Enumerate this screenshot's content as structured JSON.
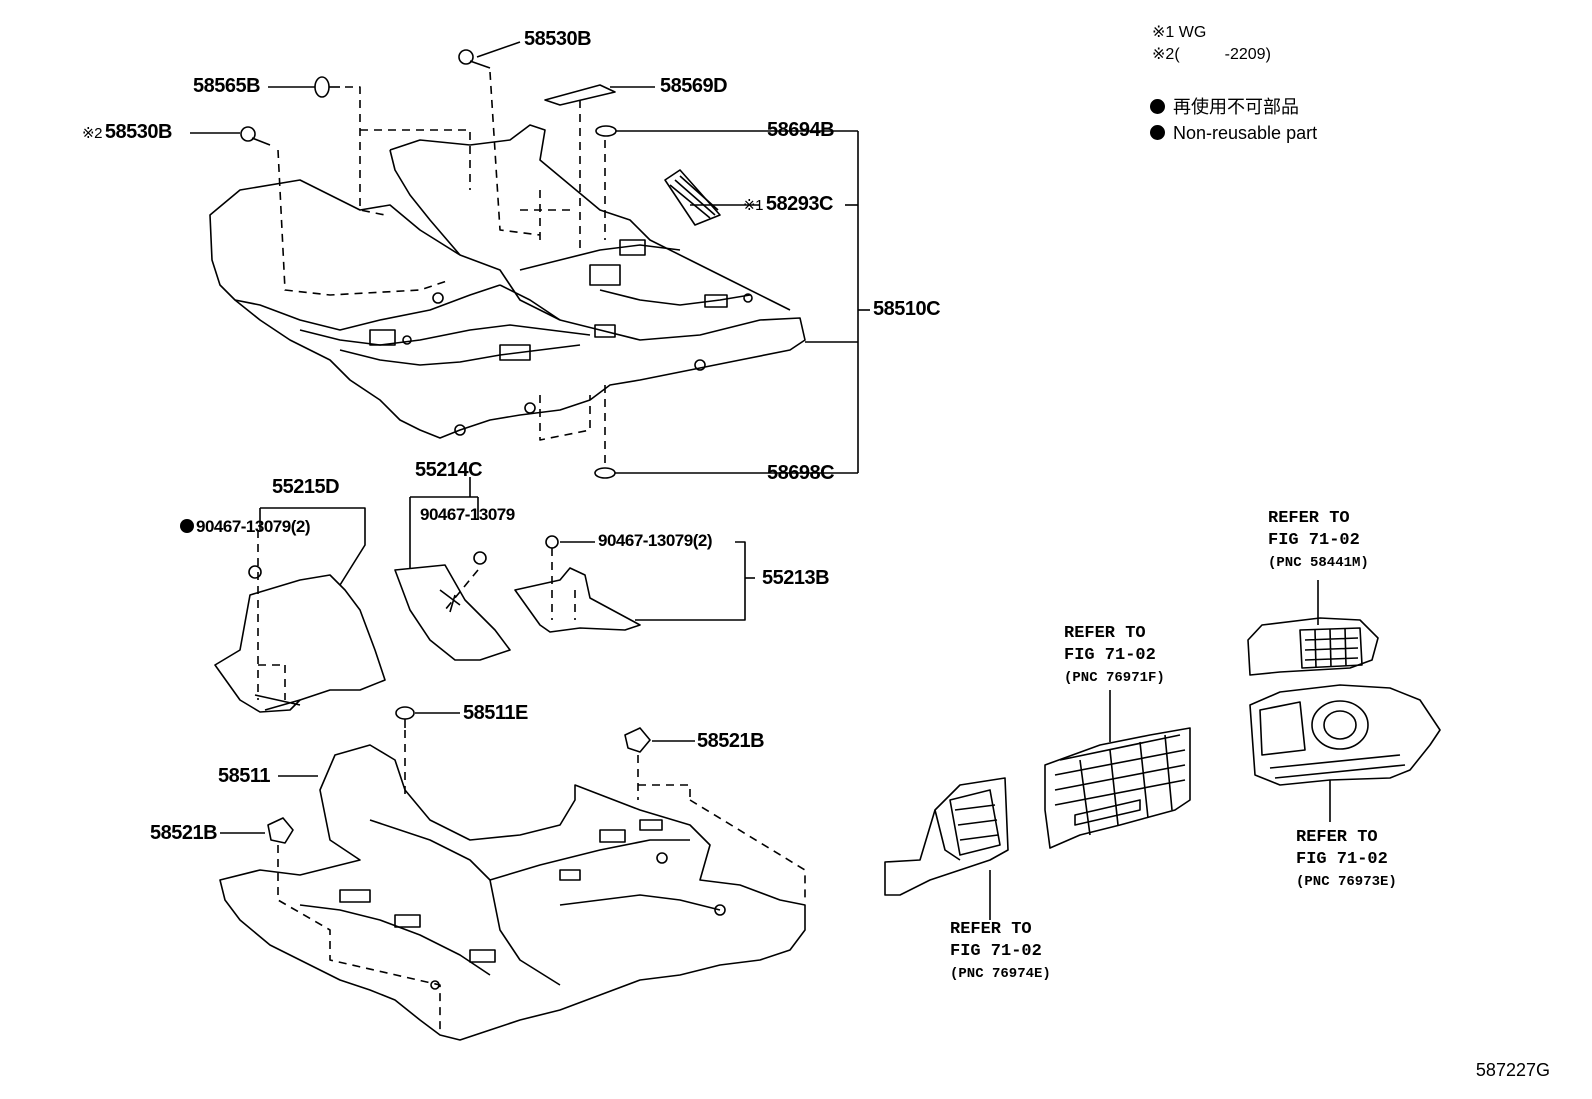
{
  "notes": {
    "note1": "※1 WG",
    "note2_mark": "※2",
    "note2_paren": "(",
    "note2_value": "-2209)"
  },
  "legend": {
    "jp": "再使用不可部品",
    "en": "Non-reusable part"
  },
  "parts": {
    "p58530B_top": "58530B",
    "p58565B": "58565B",
    "p58569D": "58569D",
    "p58530B_left": "58530B",
    "p58530B_left_mark": "※2",
    "p58694B": "58694B",
    "p58293C": "58293C",
    "p58293C_mark": "※1",
    "p58510C": "58510C",
    "p58698C": "58698C",
    "p55215D": "55215D",
    "p55214C": "55214C",
    "p90467_a": "90467-13079(2)",
    "p90467_b": "90467-13079",
    "p90467_c": "90467-13079(2)",
    "p55213B": "55213B",
    "p58511E": "58511E",
    "p58521B_right": "58521B",
    "p58511": "58511",
    "p58521B_left": "58521B"
  },
  "refs": [
    {
      "line1": "REFER TO",
      "line2": "FIG 71-02",
      "pnc": "(PNC 58441M)"
    },
    {
      "line1": "REFER TO",
      "line2": "FIG 71-02",
      "pnc": "(PNC 76971F)"
    },
    {
      "line1": "REFER TO",
      "line2": "FIG 71-02",
      "pnc": "(PNC 76973E)"
    },
    {
      "line1": "REFER TO",
      "line2": "FIG 71-02",
      "pnc": "(PNC 76974E)"
    }
  ],
  "figure_id": "587227G"
}
